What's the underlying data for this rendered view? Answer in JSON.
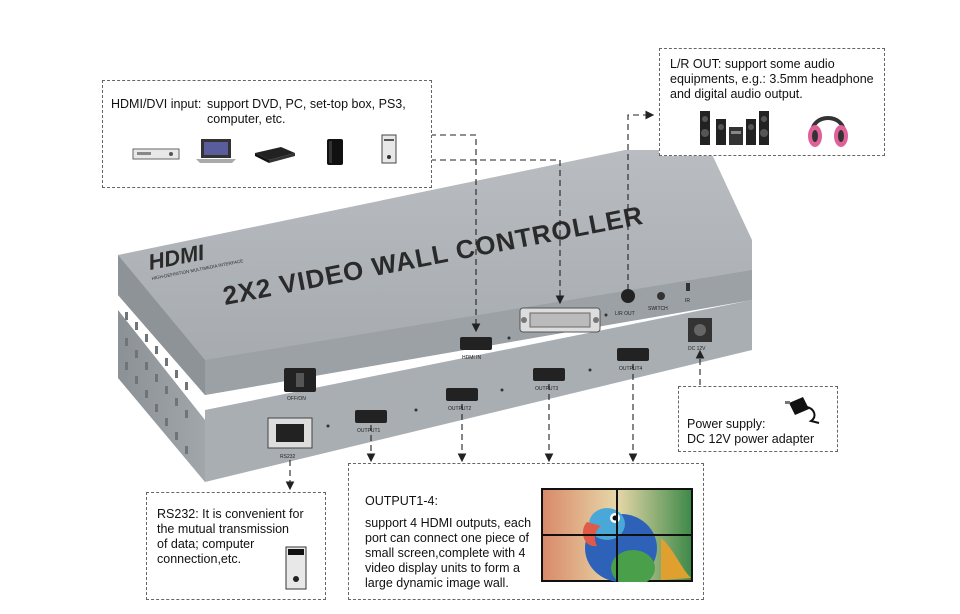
{
  "device": {
    "brand": "HDMI",
    "brand_tagline": "HIGH-DEFINITION MULTIMEDIA INTERFACE",
    "title": "2X2 VIDEO WALL CONTROLLER",
    "rear_labels": {
      "hdmi_in": "HDMI IN",
      "lr_out": "L/R OUT",
      "switch": "SWITCH",
      "ir": "IR",
      "dc": "DC 12V",
      "output4": "OUTPUT4",
      "output3": "OUTPUT3",
      "output2": "OUTPUT2",
      "output1": "OUTPUT1",
      "on_off": "OFF/ON",
      "rs232": "RS232"
    }
  },
  "callouts": {
    "hdmi_input": {
      "label": "HDMI/DVI input:",
      "text": "support DVD, PC, set-top box, PS3,\ncomputer, etc."
    },
    "lr_out": {
      "text": "L/R OUT: support some audio\nequipments, e.g.: 3.5mm headphone\nand digital audio output."
    },
    "power": {
      "text": "Power supply:\nDC 12V power adapter"
    },
    "rs232": {
      "text": "RS232: It is convenient for\nthe mutual transmission\nof data;  computer\nconnection,etc."
    },
    "outputs": {
      "title": "OUTPUT1-4:",
      "text": "support 4 HDMI outputs, each\nport can connect one piece of\nsmall screen,complete with 4\nvideo display units to form a\nlarge dynamic image wall."
    }
  },
  "icons": [
    "dvd-player-icon",
    "laptop-icon",
    "set-top-box-icon",
    "ps3-icon",
    "pc-tower-icon",
    "speaker-system-icon",
    "headphone-icon",
    "power-adapter-icon",
    "computer-tower-icon",
    "video-wall-image"
  ],
  "colors": {
    "device_body": "#a4a9ad",
    "device_dark": "#7d8287",
    "dash": "#666666",
    "headphone": "#e0609a"
  }
}
